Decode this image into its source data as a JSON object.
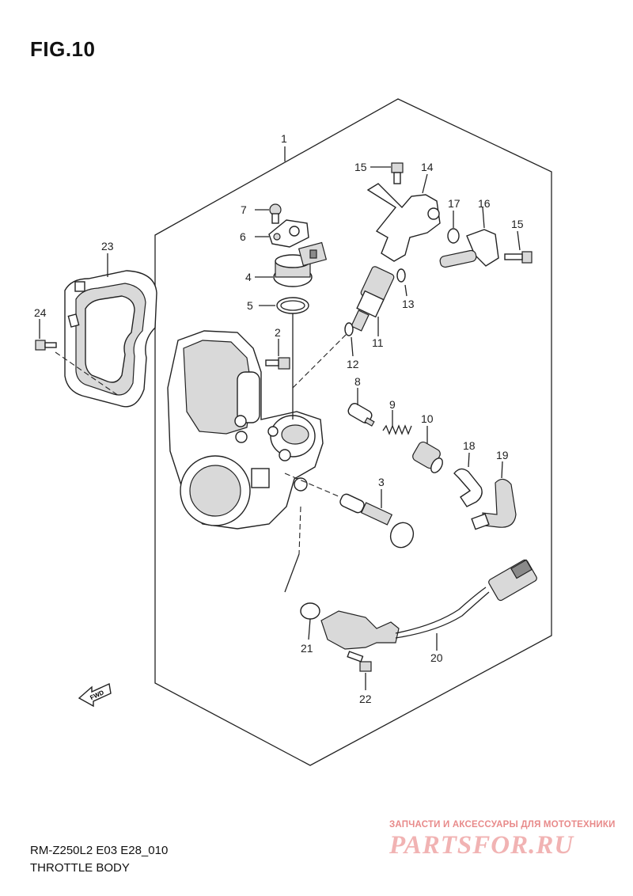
{
  "figure": {
    "title": "FIG.10"
  },
  "callouts": {
    "p1": "1",
    "p2": "2",
    "p3": "3",
    "p4": "4",
    "p5": "5",
    "p6": "6",
    "p7": "7",
    "p8": "8",
    "p9": "9",
    "p10": "10",
    "p11": "11",
    "p12": "12",
    "p13": "13",
    "p14": "14",
    "p15a": "15",
    "p15b": "15",
    "p16": "16",
    "p17": "17",
    "p18": "18",
    "p19": "19",
    "p20": "20",
    "p21": "21",
    "p22": "22",
    "p23": "23",
    "p24": "24"
  },
  "direction_marker": {
    "label": "FWD",
    "icon": "forward-arrow-icon"
  },
  "footer": {
    "code": "RM-Z250L2 E03 E28_010",
    "name": "THROTTLE BODY"
  },
  "watermark": {
    "tagline": "ЗАПЧАСТИ И АКСЕССУАРЫ ДЛЯ МОТОТЕХНИКИ",
    "logo": "PARTSFOR.RU",
    "color": "#e88a8a"
  }
}
